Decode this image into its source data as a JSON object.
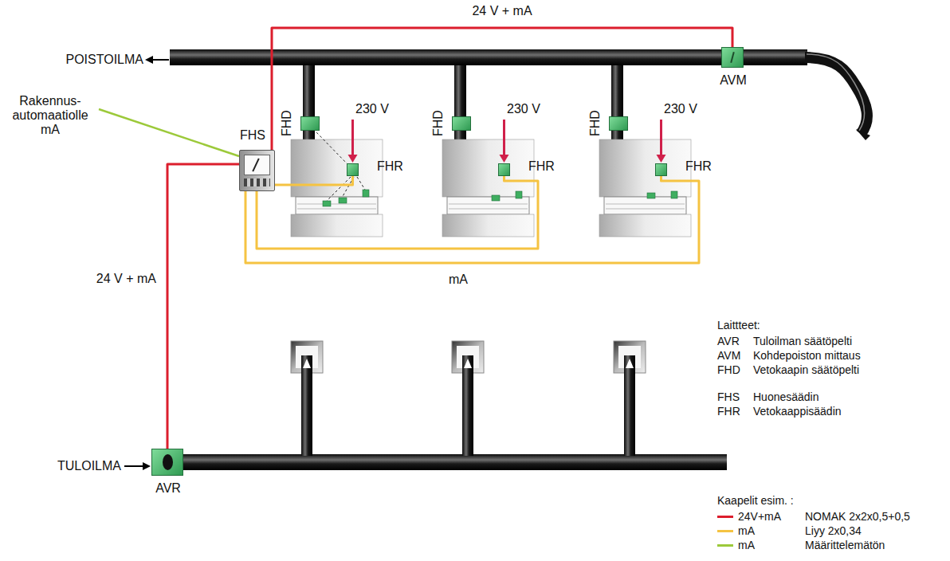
{
  "diagram": {
    "nodes": [
      {
        "text": [
          "AVM"
        ]
      },
      {
        "text": [
          "FHD"
        ]
      },
      {
        "text": [
          "FHD"
        ]
      },
      {
        "text": [
          "FHD"
        ]
      },
      {
        "text": [
          "FHS"
        ]
      },
      {
        "text": [
          "FHR"
        ]
      },
      {
        "text": [
          "FHR"
        ]
      },
      {
        "text": [
          "FHR"
        ]
      },
      {
        "text": [
          "AVR"
        ]
      }
    ],
    "edges": [
      {
        "from": 4,
        "to": 0,
        "arrow": "none",
        "label": "24 V + mA"
      },
      {
        "from": 4,
        "to": 8,
        "arrow": "none",
        "label": "24 V + mA"
      },
      {
        "from": 4,
        "to": 5,
        "arrow": "none"
      },
      {
        "from": 4,
        "to": 6,
        "arrow": "none"
      },
      {
        "from": 4,
        "to": 7,
        "arrow": "none",
        "label": "mA"
      }
    ],
    "labels": [
      "POISTOILMA",
      "Rakennus- automaatiolle mA",
      "230 V",
      "230 V",
      "230 V",
      "TULOILMA",
      "Laittteet:",
      "AVR",
      "Tuloilman säätöpelti",
      "AVM",
      "Kohdepoiston mittaus",
      "FHD",
      "Vetokaapin säätöpelti",
      "FHS",
      "Huonesäädin",
      "FHR",
      "Vetokaappisäädin",
      "Kaapelit esim. :",
      "NOMAK 2x2x0,5+0,5",
      "Liyy 2x0,34",
      "Määrittelemätön"
    ],
    "legend": [
      {
        "text": "24V+mA",
        "color": "#dc1e2d"
      },
      {
        "text": "mA",
        "color": "#f5c342"
      },
      {
        "text": "mA",
        "color": "#9cc93a"
      }
    ]
  }
}
